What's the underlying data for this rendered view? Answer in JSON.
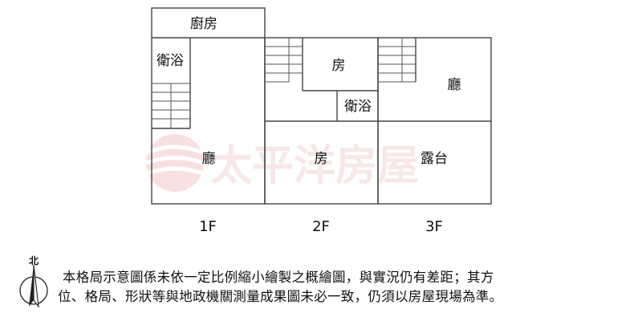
{
  "rooms": {
    "f1_kitchen": "廚房",
    "f1_bath": "衛浴",
    "f1_living": "廳",
    "f2_room_top": "房",
    "f2_bath": "衛浴",
    "f2_room_bottom": "房",
    "f3_living": "廳",
    "f3_terrace": "露台"
  },
  "floors": [
    "1F",
    "2F",
    "3F"
  ],
  "watermark": {
    "text": "太平洋房屋",
    "color": "#e8a8a8"
  },
  "compass_label": "北",
  "disclaimer": {
    "line1": "本格局示意圖係未依一定比例縮小繪製之概繪圖，與實況仍有差距；其方",
    "line2": "位、格局、形狀等與地政機關測量成果圖未必一致，仍須以房屋現場為準。"
  }
}
